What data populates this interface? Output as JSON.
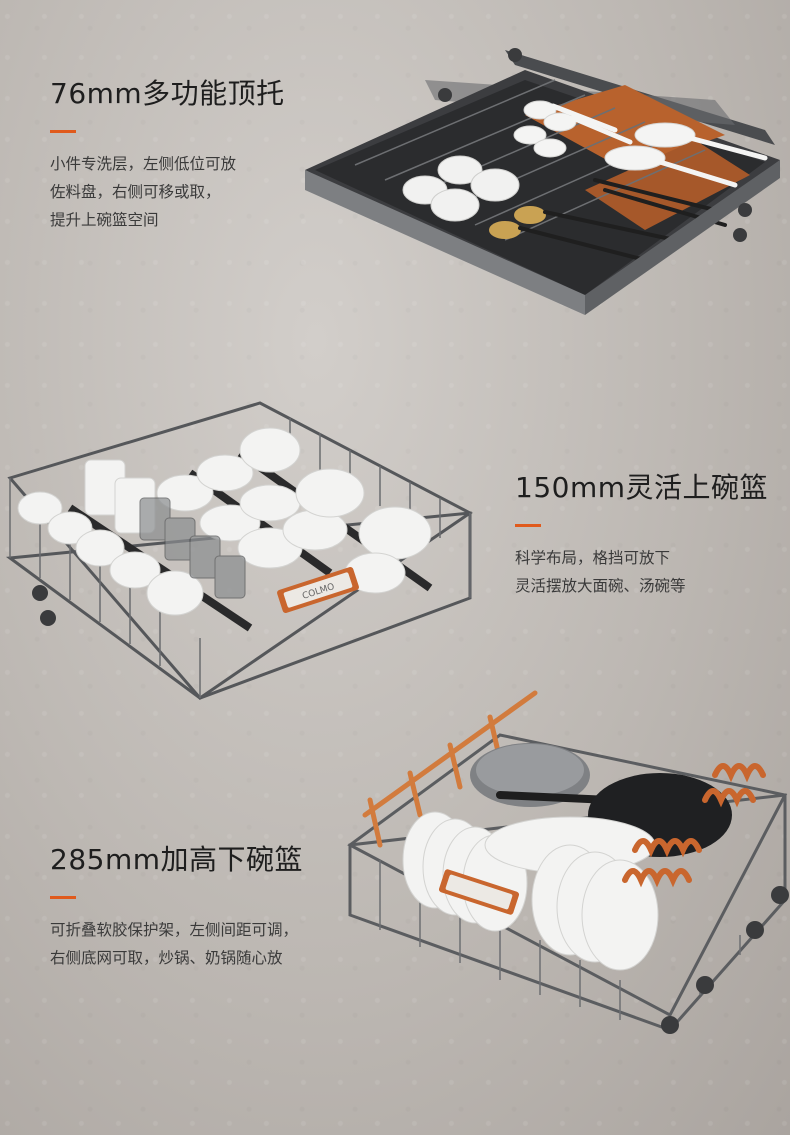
{
  "colors": {
    "accent": "#e05a1c",
    "metal": "#5b5d60",
    "dish": "#f2f2f1",
    "copper": "#c9662e"
  },
  "sections": [
    {
      "title": "76mm多功能顶托",
      "description": "小件专洗层，左侧低位可放\n佐料盘，右侧可移或取，\n提升上碗篮空间",
      "icon": "cutlery-tray-icon"
    },
    {
      "title": "150mm灵活上碗篮",
      "description": "科学布局，格挡可放下\n灵活摆放大面碗、汤碗等",
      "icon": "upper-basket-icon"
    },
    {
      "title": "285mm加高下碗篮",
      "description": "可折叠软胶保护架，左侧间距可调，\n右侧底网可取，炒锅、奶锅随心放",
      "icon": "lower-basket-icon"
    }
  ],
  "basket_label": "COLMO"
}
